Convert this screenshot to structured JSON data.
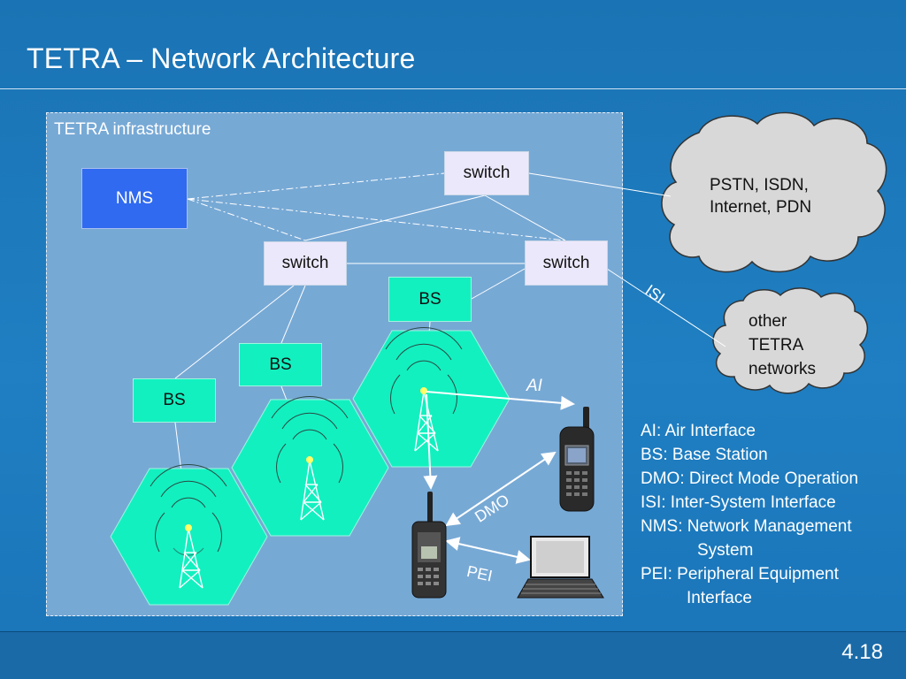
{
  "slide": {
    "title": "TETRA – Network Architecture",
    "page_number": "4.18"
  },
  "diagram": {
    "infrastructure_label": "TETRA infrastructure",
    "nodes": {
      "nms": "NMS",
      "switch_top": "switch",
      "switch_left": "switch",
      "switch_right": "switch",
      "bs_1": "BS",
      "bs_2": "BS",
      "bs_3": "BS"
    },
    "clouds": {
      "pstn": "PSTN, ISDN,\nInternet, PDN",
      "pstn_line1": "PSTN, ISDN,",
      "pstn_line2": "Internet, PDN",
      "other_line1": "other",
      "other_line2": "TETRA",
      "other_line3": "networks"
    },
    "edge_labels": {
      "isi": "ISI",
      "ai": "AI",
      "dmo": "DMO",
      "pei": "PEI"
    }
  },
  "legend": {
    "ai": "AI: Air Interface",
    "bs": "BS: Base Station",
    "dmo": "DMO: Direct Mode Operation",
    "isi": "ISI: Inter-System Interface",
    "nms_1": "NMS: Network Management",
    "nms_2": "System",
    "pei_1": "PEI: Peripheral Equipment",
    "pei_2": "Interface"
  },
  "colors": {
    "background": "#1f7fc2",
    "infrastructure": "#77a9d5",
    "cell": "#12f0c0",
    "nms": "#2f6af0",
    "switch": "#ece8fb",
    "cloud": "#d8d8d8"
  }
}
